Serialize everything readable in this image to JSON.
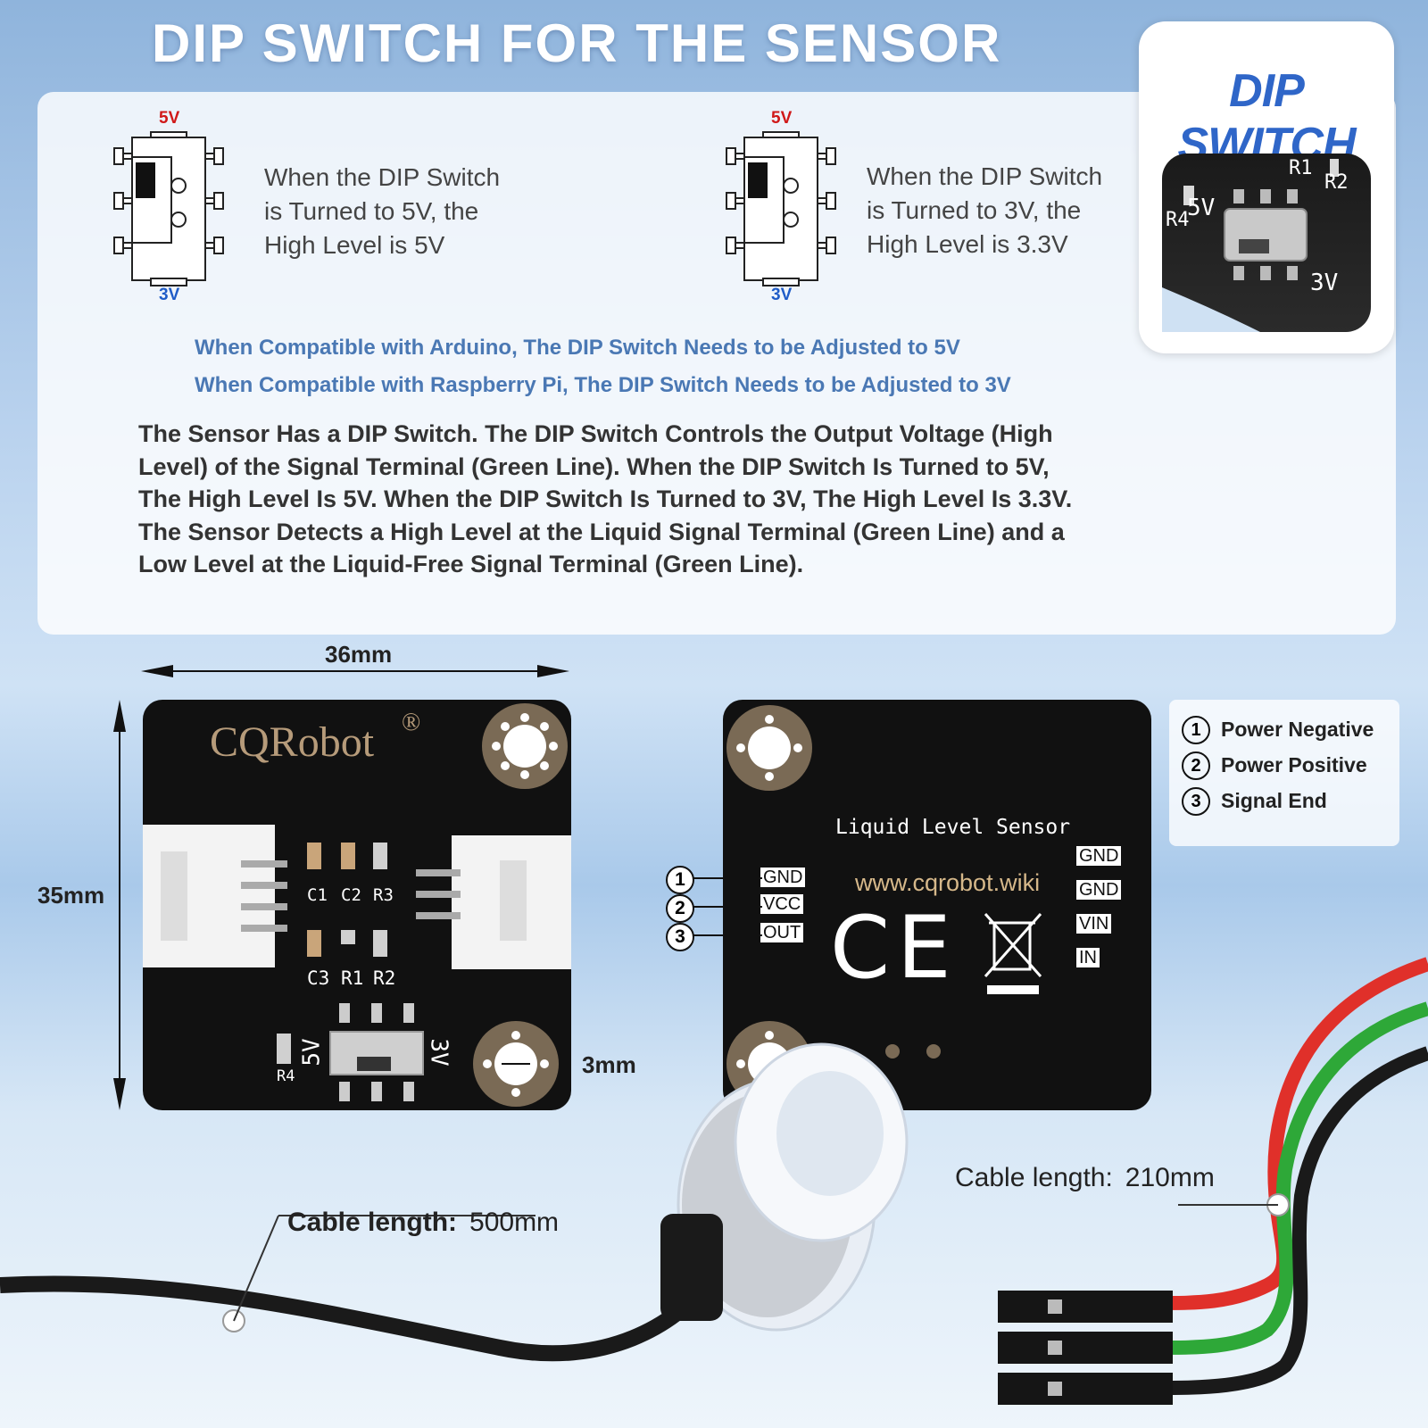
{
  "title": "DIP SWITCH FOR THE SENSOR",
  "dip_left": {
    "top_label": "5V",
    "bottom_label": "3V",
    "lines": [
      "When the DIP Switch",
      "is Turned to 5V, the",
      "High Level is 5V"
    ]
  },
  "dip_right": {
    "top_label": "5V",
    "bottom_label": "3V",
    "lines": [
      "When the DIP Switch",
      "is Turned to 3V, the",
      "High Level is 3.3V"
    ]
  },
  "compat": [
    "When Compatible with Arduino, The DIP Switch Needs to be Adjusted to 5V",
    "When Compatible with Raspberry Pi, The DIP Switch Needs to be Adjusted to 3V"
  ],
  "description": [
    "The Sensor Has a DIP Switch. The DIP Switch Controls the Output Voltage (High",
    "Level) of the Signal Terminal (Green Line). When the DIP Switch Is Turned to 5V,",
    "The High Level Is 5V. When the DIP Switch Is Turned to 3V, The High Level Is 3.3V.",
    "The Sensor Detects a High Level at the Liquid Signal Terminal (Green Line) and a",
    "Low Level at the Liquid-Free Signal Terminal (Green Line)."
  ],
  "dip_card": {
    "title": "DIP SWITCH",
    "silk": [
      "R1",
      "R2",
      "R4",
      "5V",
      "3V"
    ]
  },
  "dimensions": {
    "width": "36mm",
    "height": "35mm",
    "hole": "3mm"
  },
  "board_front": {
    "brand": "CQRobot",
    "reg": "®",
    "components": [
      "C1",
      "C2",
      "R3",
      "C3",
      "R1",
      "R2",
      "R4",
      "5V",
      "3V"
    ]
  },
  "board_back": {
    "name": "Liquid Level Sensor",
    "url": "www.cqrobot.wiki",
    "ce": "CE",
    "left_pins": [
      {
        "num": "1",
        "label": "GND"
      },
      {
        "num": "2",
        "label": "VCC"
      },
      {
        "num": "3",
        "label": "OUT"
      }
    ],
    "right_pins": [
      "GND",
      "GND",
      "VIN",
      "IN"
    ]
  },
  "legend": [
    {
      "num": "1",
      "label": "Power Negative"
    },
    {
      "num": "2",
      "label": "Power Positive"
    },
    {
      "num": "3",
      "label": "Signal End"
    }
  ],
  "cables": {
    "probe": {
      "label": "Cable length:",
      "value": "500mm"
    },
    "module": {
      "label": "Cable length:",
      "value": "210mm"
    }
  },
  "colors": {
    "red_wire": "#e0302a",
    "green_wire": "#2ea838",
    "black_wire": "#1a1a1a",
    "accent_blue": "#2f66c8",
    "label_red": "#d01818"
  }
}
